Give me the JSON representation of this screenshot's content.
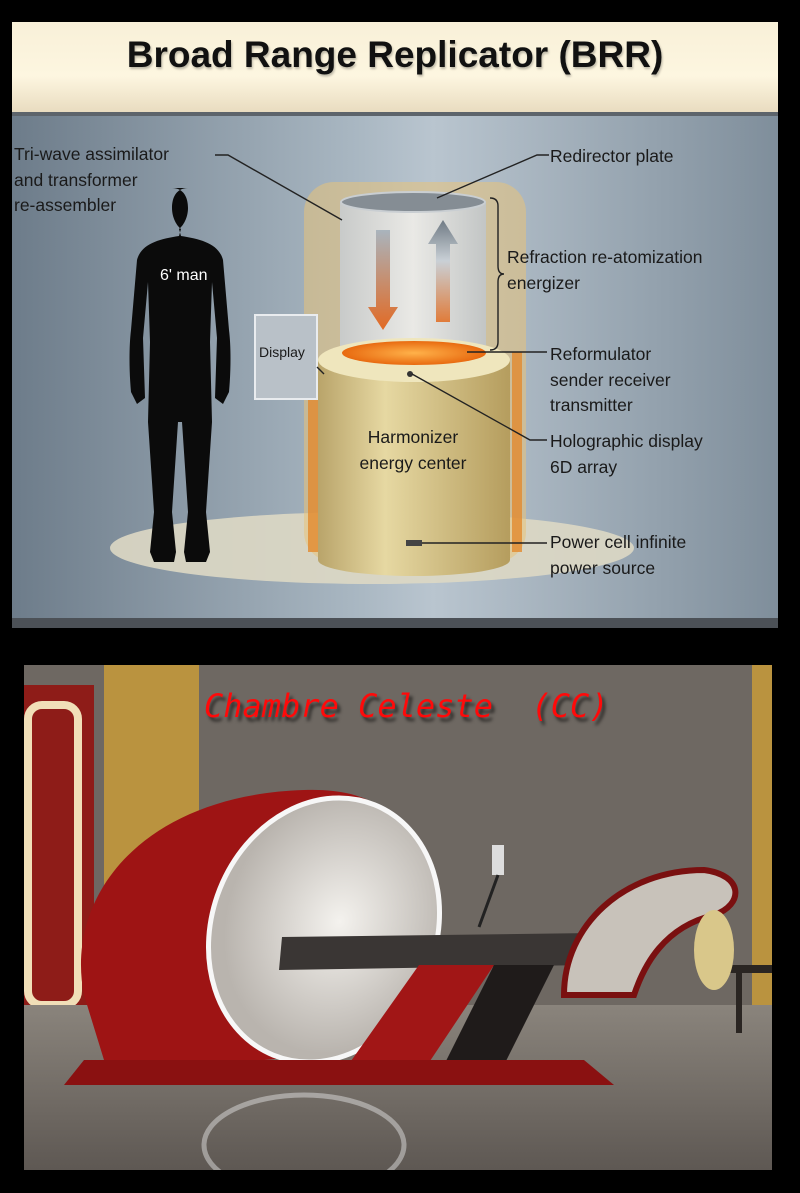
{
  "top_slide": {
    "title": "Broad Range Replicator (BRR)",
    "labels": {
      "tri_wave": [
        "Tri-wave assimilator",
        "and transformer",
        "re-assembler"
      ],
      "redirector": "Redirector plate",
      "refraction": [
        "Refraction re-atomization",
        "energizer"
      ],
      "reformulator": [
        "Reformulator",
        "sender receiver",
        "transmitter"
      ],
      "holographic": [
        "Holographic display",
        "6D array"
      ],
      "power_cell": [
        "Power cell infinite",
        "power source"
      ],
      "man": "6' man",
      "display": "Display",
      "harmonizer": [
        "Harmonizer",
        "energy center"
      ]
    }
  },
  "bottom_photo": {
    "caption": "Chambre Celeste  (CC)"
  },
  "colors": {
    "caption": "#ff0a0a",
    "pod_red": "#9e1414",
    "orange_plate": "#f07a1c"
  }
}
